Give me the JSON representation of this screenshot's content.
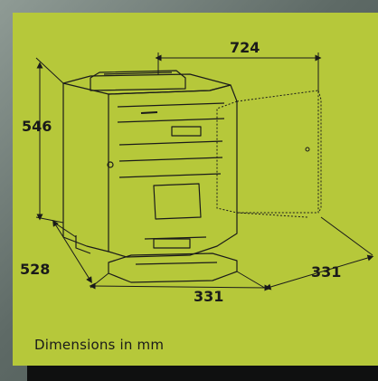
{
  "dimensions": {
    "width_top": "724",
    "height": "546",
    "depth": "528",
    "front_width": "331",
    "door_span": "331"
  },
  "caption": "Dimensions in mm",
  "colors": {
    "panel": "#b6c83a",
    "line": "#1a1a1a",
    "background": "#4a5552",
    "footer_bar": "#0f1010"
  }
}
